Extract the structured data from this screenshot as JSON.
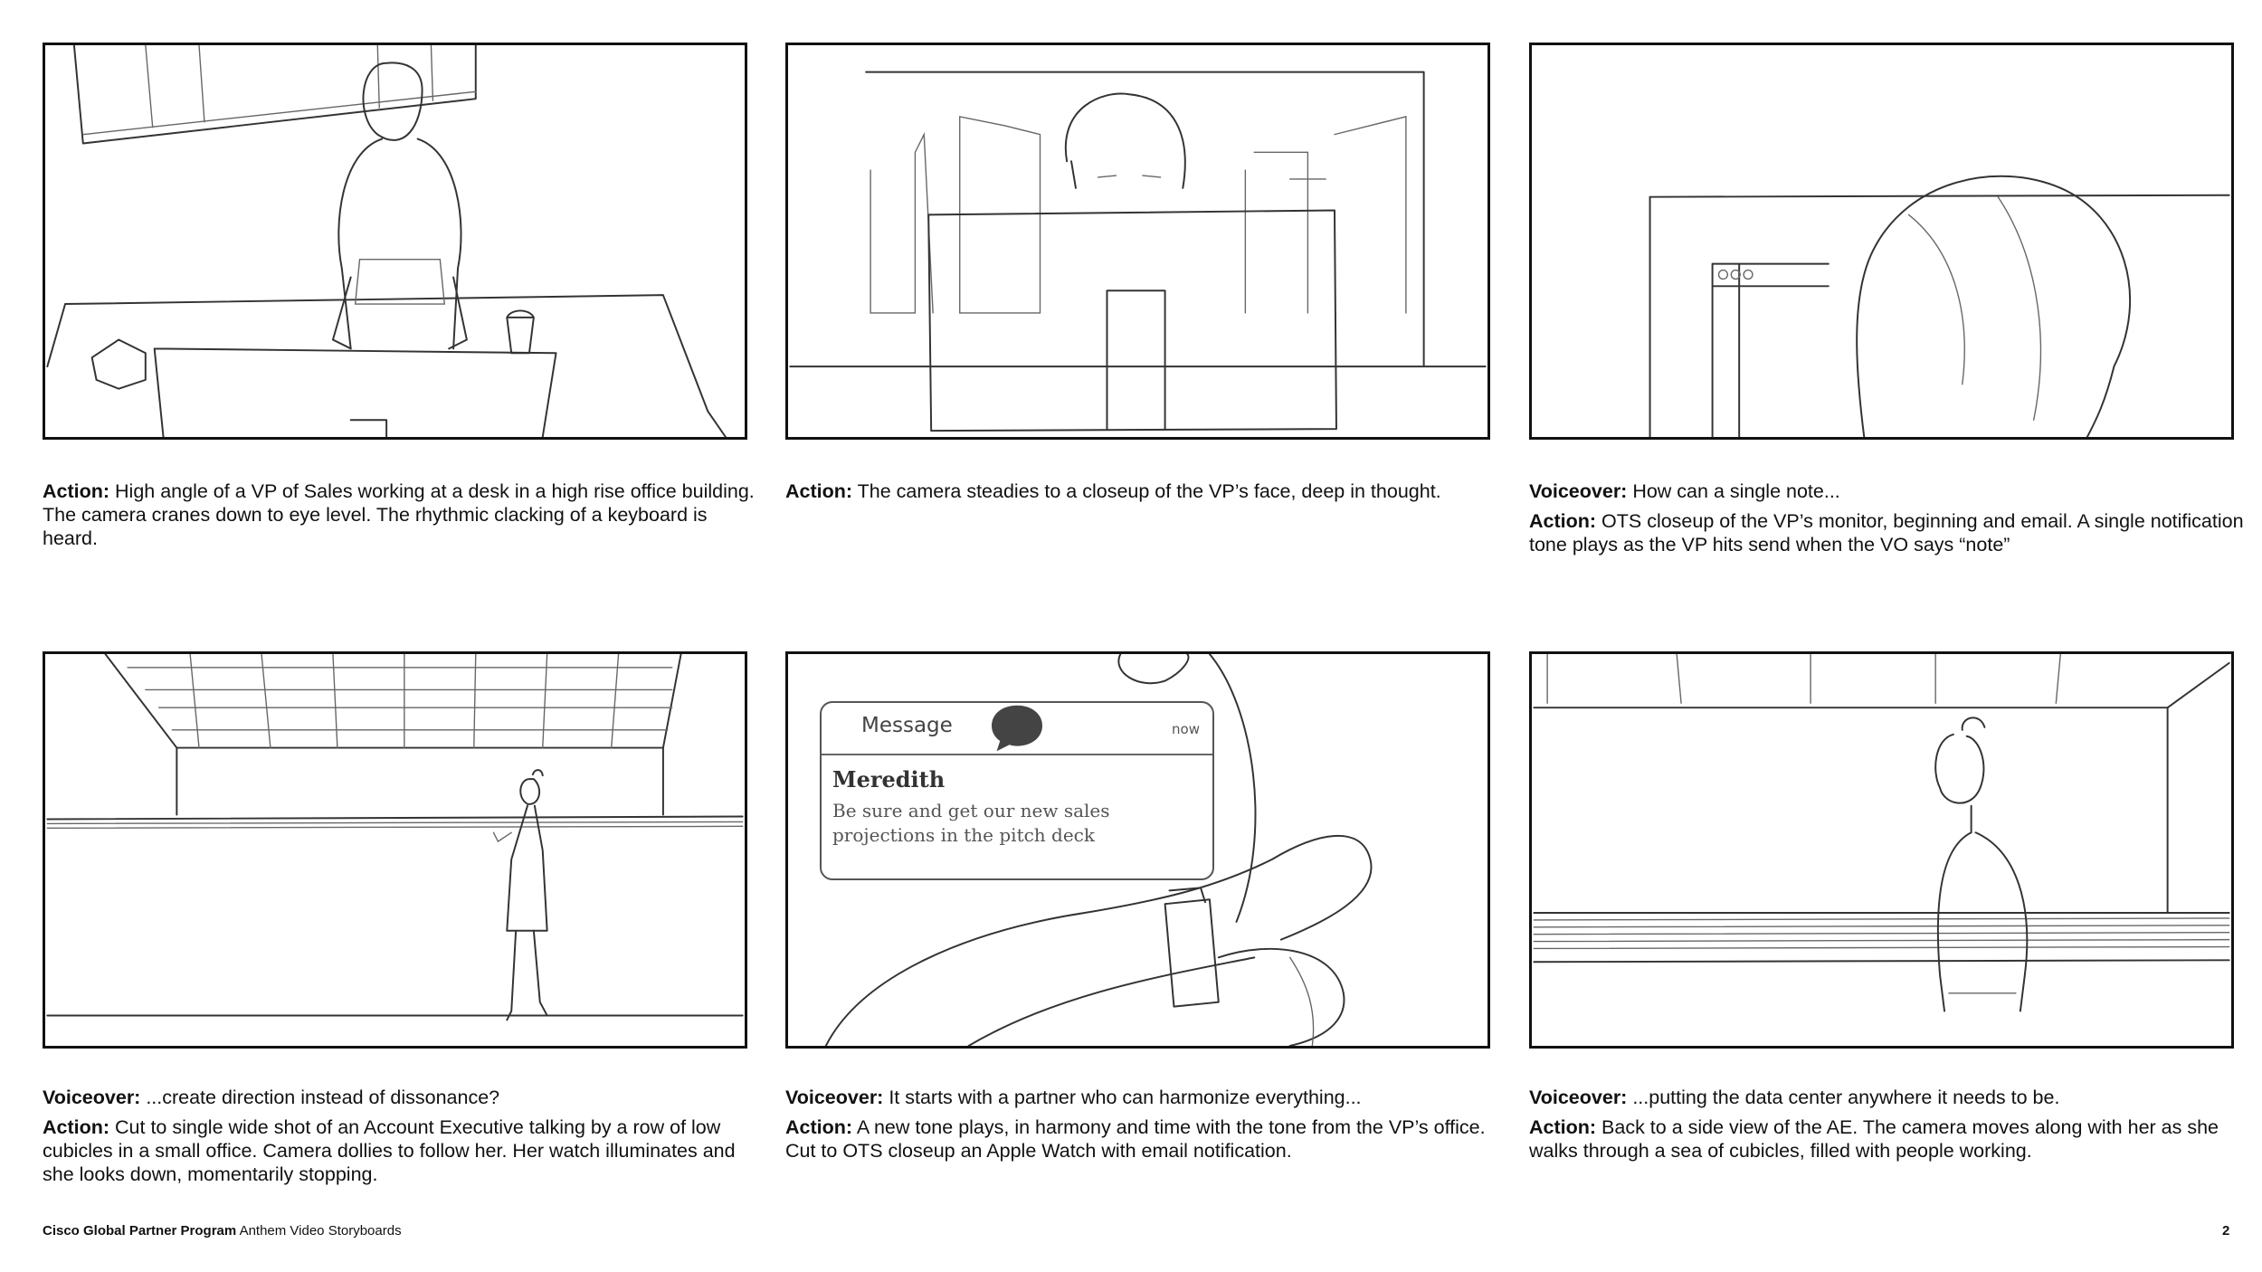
{
  "panels": [
    {
      "captions": [
        {
          "label": "Action:",
          "text": " High angle of a VP of Sales working at a desk in a high rise office building. The camera cranes down to eye level. The rhythmic clacking of a keyboard is heard."
        }
      ]
    },
    {
      "captions": [
        {
          "label": "Action:",
          "text": " The camera steadies to a closeup of the VP’s face, deep in thought."
        }
      ]
    },
    {
      "captions": [
        {
          "label": "Voiceover:",
          "text": " How can a single note..."
        },
        {
          "label": "Action:",
          "text": " OTS closeup of the VP’s monitor, beginning and email. A single notification tone plays as the VP hits send when the VO says “note”"
        }
      ]
    },
    {
      "captions": [
        {
          "label": "Voiceover:",
          "text": " ...create direction instead of dissonance?"
        },
        {
          "label": "Action:",
          "text": " Cut to single wide shot of an Account Executive talking by a row of low cubicles in a small office. Camera dollies to follow her. Her watch illuminates and she looks down, momentarily stopping."
        }
      ]
    },
    {
      "captions": [
        {
          "label": "Voiceover:",
          "text": " It starts with a partner who can harmonize everything..."
        },
        {
          "label": "Action:",
          "text": " A new tone plays, in harmony and time with the tone from the VP’s office. Cut to OTS closeup an Apple Watch with email notification."
        }
      ],
      "notification": {
        "app": "Message",
        "time": "now",
        "sender": "Meredith",
        "body": "Be sure and get our new sales projections in the pitch deck",
        "icon": "chat-bubble-icon"
      }
    },
    {
      "captions": [
        {
          "label": "Voiceover:",
          "text": " ...putting the data center anywhere it needs to be."
        },
        {
          "label": "Action:",
          "text": " Back to a side view of the AE. The camera moves along with her as she walks through a sea of cubicles, filled with people working."
        }
      ]
    }
  ],
  "footer": {
    "brand": "Cisco Global Partner Program",
    "subtitle": " Anthem Video Storyboards",
    "page_number": "2"
  }
}
